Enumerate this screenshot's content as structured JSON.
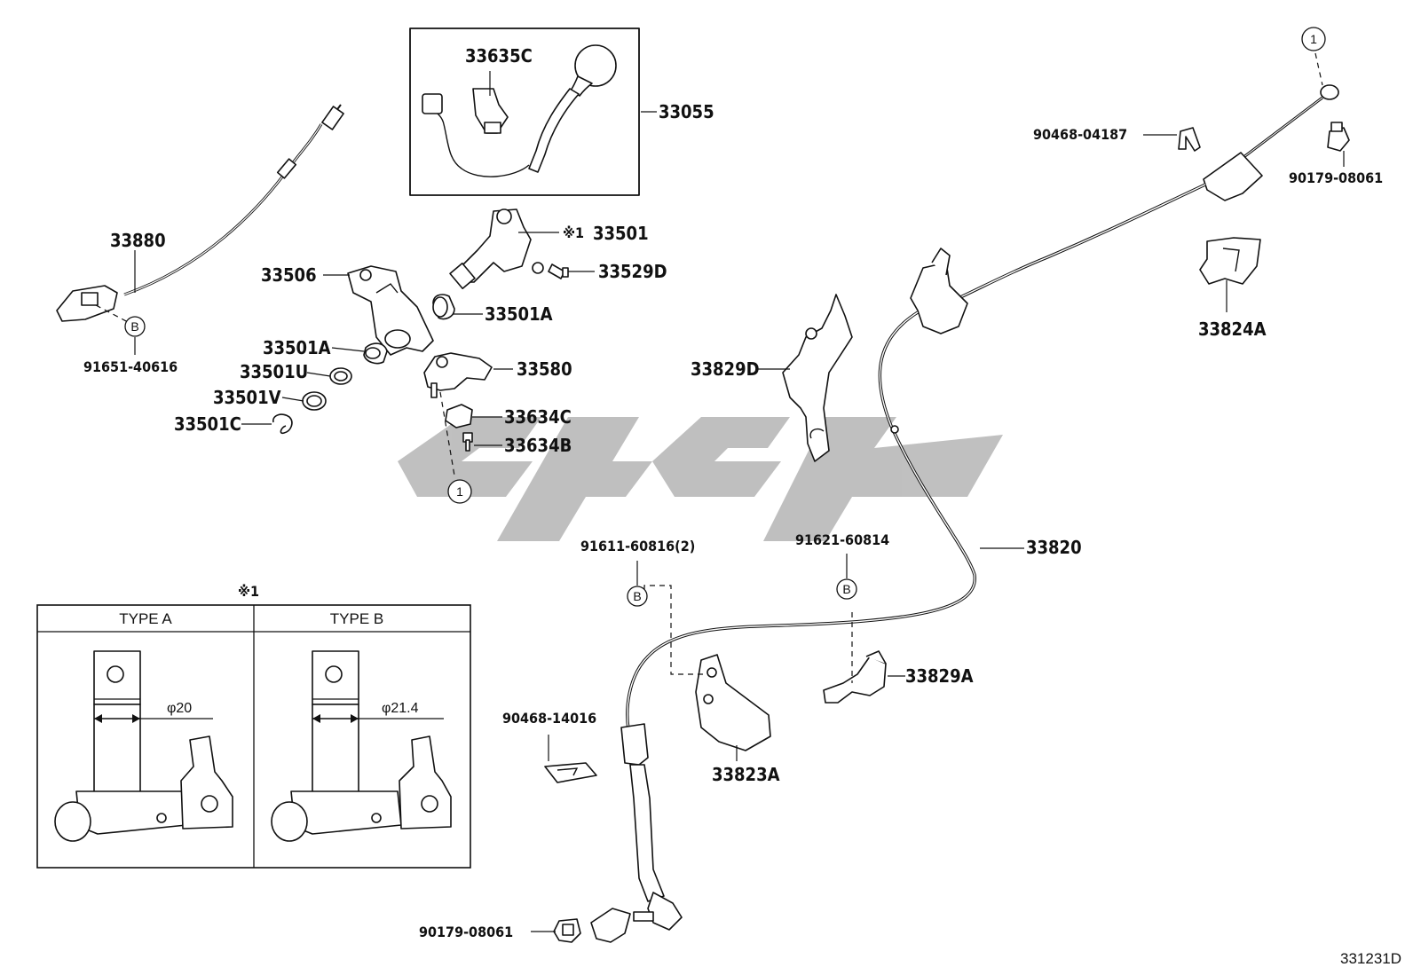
{
  "diagram_code": "331231D",
  "watermark": "ܓܓܓ",
  "labels": {
    "p33880": "33880",
    "p33635C": "33635C",
    "p33055": "33055",
    "p33501": "33501",
    "note1_mark": "※1",
    "p33529D": "33529D",
    "p33506": "33506",
    "p33501A_a": "33501A",
    "p33501A_b": "33501A",
    "p33580": "33580",
    "p33501U": "33501U",
    "p33501V": "33501V",
    "p33501C": "33501C",
    "p33634C": "33634C",
    "p33634B": "33634B",
    "p91651": "91651-40616",
    "p90468_04187": "90468-04187",
    "p90179_top": "90179-08061",
    "p33824A": "33824A",
    "p33829D": "33829D",
    "p33820": "33820",
    "p91611": "91611-60816(2)",
    "p91621": "91621-60814",
    "p33829A": "33829A",
    "p90468_14016": "90468-14016",
    "p33823A": "33823A",
    "p90179_bot": "90179-08061"
  },
  "ref_marks": {
    "one": "1",
    "b": "B"
  },
  "inset": {
    "note_mark": "※1",
    "type_a": "TYPE A",
    "type_b": "TYPE B",
    "dim_a": "φ20",
    "dim_b": "φ21.4"
  }
}
